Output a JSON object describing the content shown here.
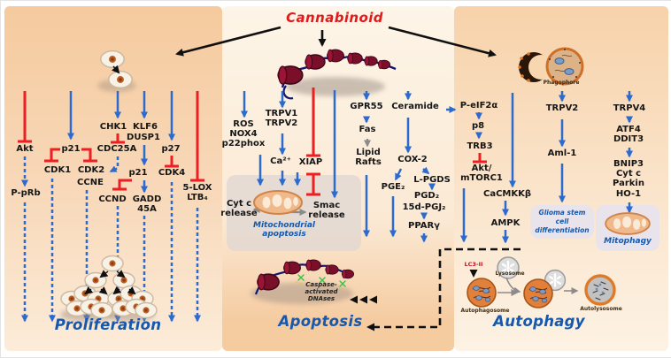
{
  "figure_title": "Cannabinoid",
  "colors": {
    "activation_arrow_blue": "#2b6ace",
    "inhibition_red": "#ee1e23",
    "outcome_label_blue": "#1558ad",
    "cannabinoid_red": "#e01b1b",
    "panel_peach": "#f5ca9e",
    "panel_cream": "#fdf5e8"
  },
  "proliferation": {
    "title": "Proliferation",
    "akt": "Akt",
    "p_prb": "P-pRb",
    "p21_top": "p21",
    "cdk1": "CDK1",
    "cdk2": "CDK2",
    "ccne": "CCNE",
    "chk1": "CHK1",
    "klf6": "KLF6",
    "dusp1": "DUSP1",
    "cdc25a": "CDC25A",
    "p21_mid": "p21",
    "ccnd": "CCND",
    "gadd45a": "GADD 45A",
    "p27": "p27",
    "cdk4": "CDK4",
    "lox_ltb4": "5-LOX LTB₄"
  },
  "apoptosis": {
    "title": "Apoptosis",
    "ros_group": "ROS NOX4 p22phox",
    "trpv1_2": "TRPV1 TRPV2",
    "ca": "Ca²⁺",
    "xiap": "XIAP",
    "cytc_release": "Cyt c release",
    "smac_release": "Smac release",
    "mito_caption": "Mitochondrial apoptosis",
    "gpr55": "GPR55",
    "fas": "Fas",
    "lipid_rafts": "Lipid Rafts",
    "ceramide": "Ceramide",
    "cox2": "COX-2",
    "pge2": "PGE₂",
    "l_pgds": "L-PGDS",
    "pgd2": "PGD₂",
    "pgj2": "15d-PGJ₂",
    "pparg": "PPARγ",
    "caspase": "Caspase-activated DNAses"
  },
  "autophagy": {
    "title": "Autophagy",
    "phagophore": "Phagophore",
    "p_eif2a": "P-eIF2α",
    "p8": "p8",
    "trb3": "TRB3",
    "akt_mtorc1": "Akt/ mTORC1",
    "cacmkkb": "CaCMKKβ",
    "ampk": "AMPK",
    "trpv2": "TRPV2",
    "aml1": "Aml-1",
    "glioma": "Glioma stem cell differentiation",
    "trpv4": "TRPV4",
    "atf4_ddit3": "ATF4 DDIT3",
    "bnip3_group": "BNIP3 Cyt c Parkin HO-1",
    "mitophagy": "Mitophagy",
    "lc3": "LC3-II",
    "lysosome": "Lysosome",
    "autophagosome": "Autophagosome",
    "autolysosome": "Autolysosome"
  }
}
